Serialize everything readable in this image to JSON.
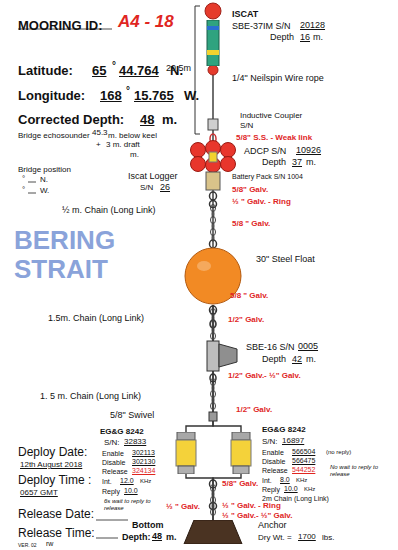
{
  "diagram": {
    "nodes": [
      {
        "text": [
          "ISCAT"
        ]
      },
      {
        "text": [
          "30\" Steel Float"
        ]
      },
      {
        "text": [
          "EG&G 8242"
        ]
      },
      {
        "text": [
          "EG&G 8242"
        ]
      },
      {
        "text": [
          "Anchor"
        ]
      }
    ],
    "edges": [
      {
        "from": 0,
        "to": 1,
        "arrow": "none"
      },
      {
        "from": 1,
        "to": 2,
        "arrow": "none"
      },
      {
        "from": 1,
        "to": 3,
        "arrow": "none"
      },
      {
        "from": 2,
        "to": 4,
        "arrow": "none"
      },
      {
        "from": 3,
        "to": 4,
        "arrow": "none"
      }
    ],
    "labels": [
      "MOORING ID:",
      "A4 - 18",
      "Latitude:",
      "65",
      "°",
      "44.764",
      "N.",
      "Longitude:",
      "168",
      "°",
      "15.765",
      "W.",
      "Corrected Depth:",
      "48",
      "m.",
      "Bridge echosounder",
      "45.3",
      "m. below keel",
      "+",
      "3 m. draft",
      "m.",
      "Bridge position",
      "°",
      "N.",
      "°",
      "W.",
      "BERING STRAIT",
      "20.5m",
      "SBE-37IM S/N",
      "20128",
      "Depth",
      "16",
      "m.",
      "1/4\" Neilspin Wire rope",
      "Inductive Coupler",
      "S/N",
      "5/8\" S.S. - Weak link",
      "ADCP S/N",
      "10926",
      "Depth",
      "37",
      "m.",
      "Iscat Logger",
      "S/N",
      "26",
      "Battery Pack S/N 1004",
      "5/8\" Galv.",
      "½ \" Galv. - Ring",
      "½ m. Chain (Long Link)",
      "5/8 \" Galv.",
      "5/8 \" Galv.",
      "1.5m. Chain (Long Link)",
      "1/2\" Galv.",
      "SBE-16 S/N",
      "0005",
      "Depth",
      "42",
      "m.",
      "1/2\" Galv.- ½\" Galv.",
      "1. 5 m. Chain (Long Link)",
      "5/8\" Swivel",
      "1/2\" Galv.",
      "S/N:",
      "32833",
      "Enable",
      "302113",
      "Disable",
      "302130",
      "Release",
      "324134",
      "Int.",
      "12.0",
      "KHz",
      "Reply",
      "10.0",
      "6s wait to reply to release",
      "S/N:",
      "16897",
      "Enable",
      "566504",
      "(no reply)",
      "Disable",
      "566475",
      "Release",
      "544252",
      "Int.",
      "8.0",
      "KHz",
      "Reply",
      "10.0",
      "KHz",
      "No wait to reply to release",
      "5/8\" Galv.",
      "2m Chain (Long Link)",
      "½ \" Galv. - Ring",
      "½ \" Galv.- ½\" Galv.",
      "½ \" Galv.",
      "Deploy Date:",
      "12th August 2018",
      "Deploy Time :",
      "0657 GMT",
      "Release Date:",
      "Release Time:",
      "Bottom",
      "Depth:",
      "48",
      "m.",
      "Dry Wt. =",
      "1700",
      "lbs.",
      "VER. 02",
      "rw"
    ]
  }
}
